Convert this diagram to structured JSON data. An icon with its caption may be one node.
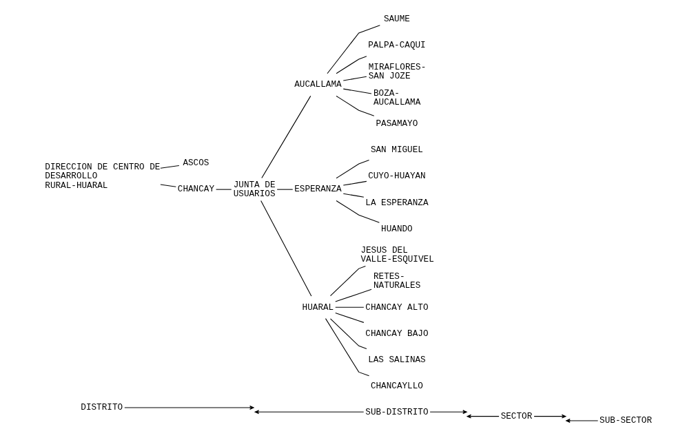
{
  "diagram": {
    "nodes": [
      {
        "text": [
          "DISTRITO"
        ]
      },
      {
        "text": [
          "SUB-DISTRITO"
        ]
      },
      {
        "text": [
          "SECTOR"
        ]
      },
      {
        "text": [
          "SUB-SECTOR"
        ]
      },
      {
        "text": [
          "DIRECCION DE CENTRO DE DESARROLLO RURAL-HUARAL"
        ]
      },
      {
        "text": [
          "ASCOS"
        ]
      },
      {
        "text": [
          "CHANCAY"
        ]
      },
      {
        "text": [
          "JUNTA DE USUARIOS"
        ]
      },
      {
        "text": [
          "AUCALLAMA"
        ]
      },
      {
        "text": [
          "ESPERANZA"
        ]
      },
      {
        "text": [
          "HUARAL"
        ]
      },
      {
        "text": [
          "SAUME"
        ]
      },
      {
        "text": [
          "PALPA-CAQUI"
        ]
      },
      {
        "text": [
          "MIRAFLORES- SAN JOZE"
        ]
      },
      {
        "text": [
          "BOZA- AUCALLAMA"
        ]
      },
      {
        "text": [
          "PASAMAYO"
        ]
      },
      {
        "text": [
          "SAN MIGUEL"
        ]
      },
      {
        "text": [
          "CUYO-HUAYAN"
        ]
      },
      {
        "text": [
          "LA ESPERANZA"
        ]
      },
      {
        "text": [
          "HUANDO"
        ]
      },
      {
        "text": [
          "JESUS DEL VALLE-ESQUIVEL"
        ]
      },
      {
        "text": [
          "RETES- NATURALES"
        ]
      },
      {
        "text": [
          "CHANCAY ALTO"
        ]
      },
      {
        "text": [
          "CHANCAY BAJO"
        ]
      },
      {
        "text": [
          "LAS SALINAS"
        ]
      },
      {
        "text": [
          "CHANCAYLLO"
        ]
      }
    ],
    "edges": [
      {
        "from": 0,
        "to": null,
        "arrow": "to"
      },
      {
        "from": 1,
        "to": null,
        "arrow": "to"
      },
      {
        "from": 1,
        "to": null,
        "arrow": "to"
      },
      {
        "from": 2,
        "to": null,
        "arrow": "to"
      },
      {
        "from": 2,
        "to": null,
        "arrow": "to"
      },
      {
        "from": 3,
        "to": null,
        "arrow": "to"
      },
      {
        "from": 4,
        "to": 5,
        "arrow": "none"
      },
      {
        "from": 4,
        "to": 6,
        "arrow": "none"
      },
      {
        "from": 6,
        "to": 7,
        "arrow": "none"
      },
      {
        "from": 7,
        "to": 8,
        "arrow": "none"
      },
      {
        "from": 7,
        "to": 9,
        "arrow": "none"
      },
      {
        "from": 7,
        "to": 10,
        "arrow": "none"
      },
      {
        "from": 8,
        "to": 11,
        "arrow": "none"
      },
      {
        "from": 8,
        "to": 12,
        "arrow": "none"
      },
      {
        "from": 8,
        "to": 13,
        "arrow": "none"
      },
      {
        "from": 8,
        "to": 14,
        "arrow": "none"
      },
      {
        "from": 8,
        "to": 15,
        "arrow": "none"
      },
      {
        "from": 9,
        "to": 16,
        "arrow": "none"
      },
      {
        "from": 9,
        "to": 17,
        "arrow": "none"
      },
      {
        "from": 9,
        "to": 18,
        "arrow": "none"
      },
      {
        "from": 9,
        "to": 19,
        "arrow": "none"
      },
      {
        "from": 10,
        "to": 20,
        "arrow": "none"
      },
      {
        "from": 10,
        "to": 21,
        "arrow": "none"
      },
      {
        "from": 10,
        "to": 22,
        "arrow": "none"
      },
      {
        "from": 10,
        "to": 23,
        "arrow": "none"
      },
      {
        "from": 10,
        "to": 24,
        "arrow": "none"
      },
      {
        "from": 10,
        "to": 25,
        "arrow": "none"
      }
    ]
  }
}
